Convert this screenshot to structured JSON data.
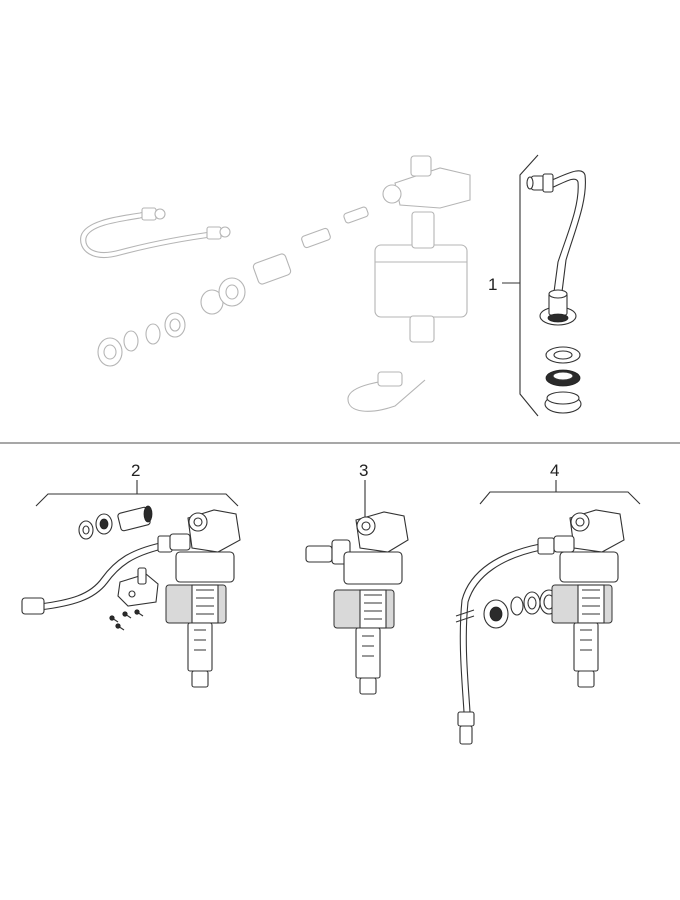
{
  "callouts": {
    "one": "1",
    "two": "2",
    "three": "3",
    "four": "4"
  },
  "colors": {
    "line": "#333333",
    "faint": "#b5b5b5",
    "divider": "#8a8a8a",
    "dark": "#2b2b2b"
  }
}
